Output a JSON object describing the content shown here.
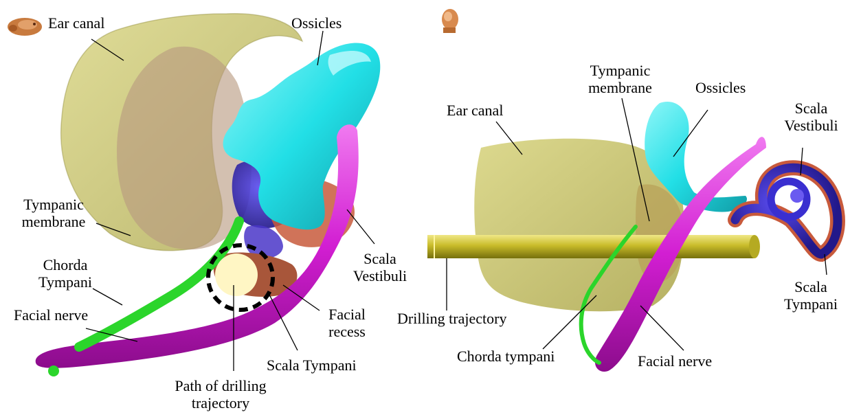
{
  "colors": {
    "ear_canal": "#c9c45e",
    "tympanic_membrane": "#c6a57e",
    "ossicles": "#2fe3e8",
    "facial_nerve": "#d21ed2",
    "chorda_tympani": "#2bd52b",
    "scala_vestibuli": "#3a2fd0",
    "scala_tympani": "#c85a3c",
    "drilling_trajectory": "#c9bc2a",
    "drill_path_marker": "#fff6c4"
  },
  "left_panel": {
    "orientation_icon": "head-lateral-icon",
    "labels": {
      "ear_canal": "Ear canal",
      "ossicles": "Ossicles",
      "tympanic_membrane": [
        "Tympanic",
        "membrane"
      ],
      "chorda_tympani": [
        "Chorda",
        "Tympani"
      ],
      "facial_nerve": "Facial nerve",
      "scala_vestibuli": [
        "Scala",
        "Vestibuli"
      ],
      "facial_recess": [
        "Facial",
        "recess"
      ],
      "scala_tympani": "Scala Tympani",
      "drilling_path": [
        "Path of drilling",
        "trajectory"
      ]
    }
  },
  "right_panel": {
    "orientation_icon": "head-frontal-icon",
    "labels": {
      "ear_canal": "Ear canal",
      "tympanic_membrane": [
        "Tympanic",
        "membrane"
      ],
      "ossicles": "Ossicles",
      "scala_vestibuli": [
        "Scala",
        "Vestibuli"
      ],
      "scala_tympani": [
        "Scala",
        "Tympani"
      ],
      "drilling_trajectory": "Drilling trajectory",
      "chorda_tympani": "Chorda tympani",
      "facial_nerve": "Facial nerve"
    }
  }
}
